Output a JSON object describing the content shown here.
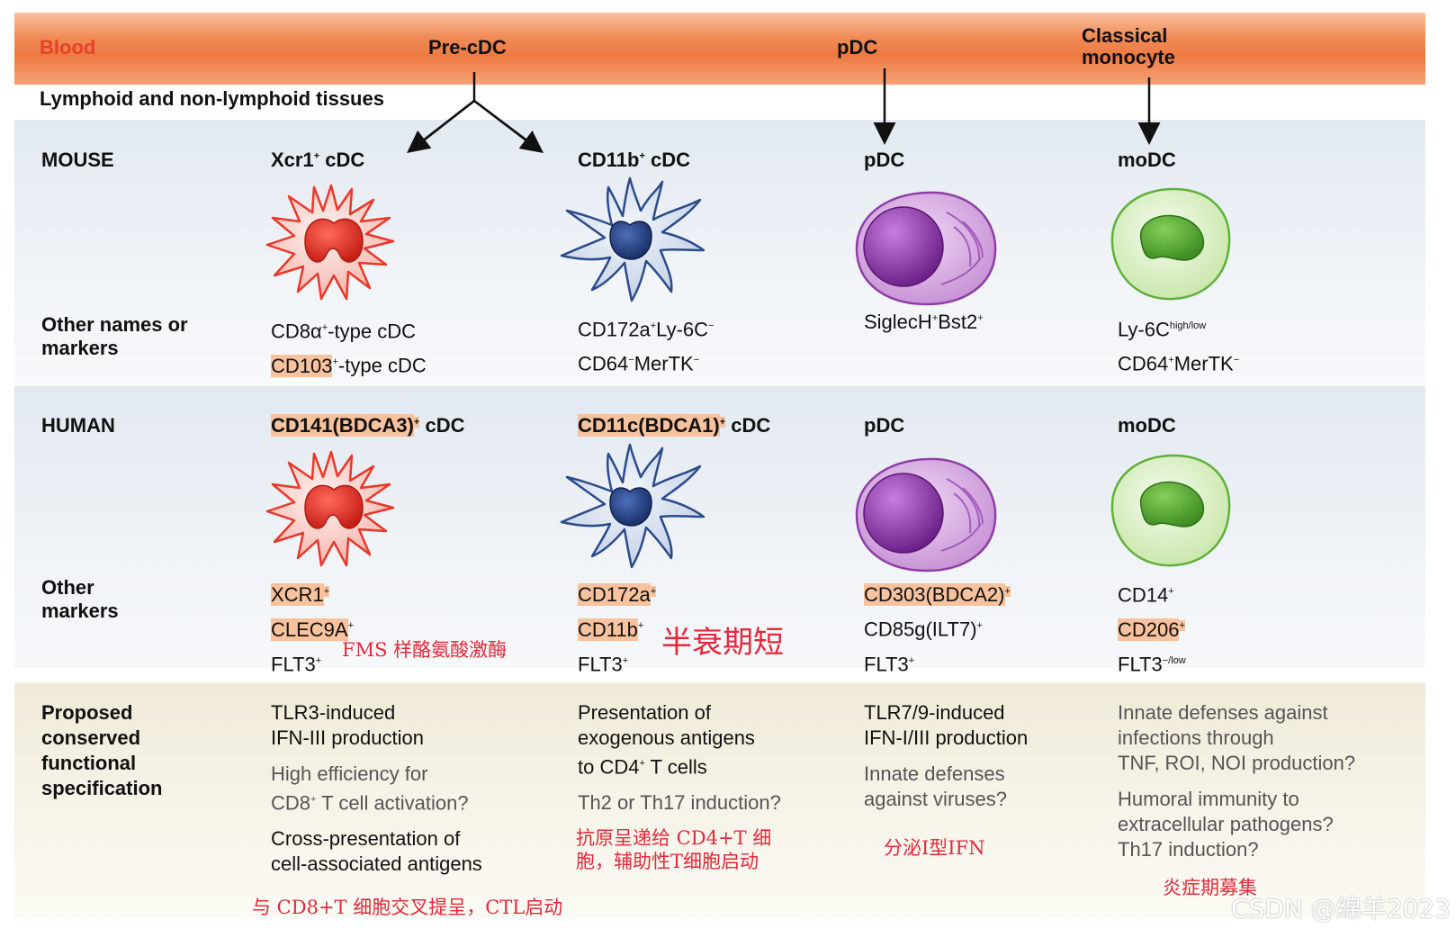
{
  "header": {
    "blood": "Blood",
    "pre_cdc": "Pre-cDC",
    "pdc": "pDC",
    "classical_monocyte_1": "Classical",
    "classical_monocyte_2": "monocyte",
    "tissues": "Lymphoid and non-lymphoid tissues"
  },
  "rows": {
    "mouse": "MOUSE",
    "other_names_1": "Other names or",
    "other_names_2": "markers",
    "human": "HUMAN",
    "other_markers_1": "Other",
    "other_markers_2": "markers",
    "func_1": "Proposed",
    "func_2": "conserved",
    "func_3": "functional",
    "func_4": "specification"
  },
  "mouse": {
    "col1_title": "Xcr1",
    "col1_title_sup": "+",
    "col1_title_tail": " cDC",
    "col2_title": "CD11b",
    "col2_title_sup": "+",
    "col2_title_tail": " cDC",
    "col3_title": "pDC",
    "col4_title": "moDC",
    "col1_m1_a": "CD8α",
    "col1_m1_sup": "+",
    "col1_m1_b": "-type cDC",
    "col1_m2_a": "CD103",
    "col1_m2_sup": "+",
    "col1_m2_b": "-type cDC",
    "col2_m1_a": "CD172a",
    "col2_m1_sup": "+",
    "col2_m1_b": "Ly-6C",
    "col2_m1_sup2": "−",
    "col2_m2_a": "CD64",
    "col2_m2_sup": "−",
    "col2_m2_b": "MerTK",
    "col2_m2_sup2": "−",
    "col3_m1_a": "SiglecH",
    "col3_m1_sup": "+",
    "col3_m1_b": "Bst2",
    "col3_m1_sup2": "+",
    "col4_m1_a": "Ly-6C",
    "col4_m1_sup": "high/low",
    "col4_m2_a": "CD64",
    "col4_m2_sup": "+",
    "col4_m2_b": "MerTK",
    "col4_m2_sup2": "−"
  },
  "human": {
    "col1_title": "CD141(BDCA3)",
    "col1_title_sup": "+",
    "col1_title_tail": " cDC",
    "col2_title": "CD11c(BDCA1)",
    "col2_title_sup": "+",
    "col2_title_tail": " cDC",
    "col3_title": "pDC",
    "col4_title": "moDC",
    "col1_m1": "XCR1",
    "col1_m1_sup": "+",
    "col1_m2": "CLEC9A",
    "col1_m2_sup": "+",
    "col1_m3": "FLT3",
    "col1_m3_sup": "+",
    "col2_m1": "CD172a",
    "col2_m1_sup": "+",
    "col2_m2": "CD11b",
    "col2_m2_sup": "+",
    "col2_m3": "FLT3",
    "col2_m3_sup": "+",
    "col3_m1": "CD303(BDCA2)",
    "col3_m1_sup": "+",
    "col3_m2": "CD85g(ILT7)",
    "col3_m2_sup": "+",
    "col3_m3": "FLT3",
    "col3_m3_sup": "+",
    "col4_m1": "CD14",
    "col4_m1_sup": "+",
    "col4_m2": "CD206",
    "col4_m2_sup": "+",
    "col4_m3": "FLT3",
    "col4_m3_sup": "−/low"
  },
  "func": {
    "col1_a1": "TLR3-induced",
    "col1_a2": "IFN-III production",
    "col1_b1": "High efficiency for",
    "col1_b2a": "CD8",
    "col1_b2sup": "+",
    "col1_b2b": " T cell activation?",
    "col1_c1": "Cross-presentation of",
    "col1_c2": "cell-associated antigens",
    "col2_a1": "Presentation of",
    "col2_a2": "exogenous antigens",
    "col2_a3a": "to CD4",
    "col2_a3sup": "+",
    "col2_a3b": " T cells",
    "col2_b1": "Th2 or Th17 induction?",
    "col3_a1": "TLR7/9-induced",
    "col3_a2": "IFN-I/III production",
    "col3_b1": "Innate defenses",
    "col3_b2": "against viruses?",
    "col4_a1": "Innate defenses against",
    "col4_a2": "infections through",
    "col4_a3": "TNF, ROI, NOI production?",
    "col4_b1": "Humoral immunity to",
    "col4_b2": "extracellular pathogens?",
    "col4_b3": "Th17 induction?"
  },
  "annotations": {
    "fms": "FMS 样酪氨酸激酶",
    "half_life": "半衰期短",
    "cd4": "抗原呈递给 CD4+T 细",
    "cd4_2": "胞，辅助性T细胞启动",
    "ifn": "分泌I型IFN",
    "inflammation": "炎症期募集",
    "cross": "与 CD8+T 细胞交叉提呈，CTL启动"
  },
  "watermark": "CSDN @绵羊2023",
  "colors": {
    "blood_band": "#ee7a43",
    "blood_text": "#e6422a",
    "highlight": "#f7c29d",
    "red_cell": "#f04a3a",
    "blue_cell": "#2a4b8c",
    "purple_cell": "#8e3ea6",
    "green_cell": "#5fb13a",
    "annotation": "#e4293a"
  },
  "icons": [
    "xcr1-cdc-cell-icon",
    "cd11b-cdc-cell-icon",
    "pdc-cell-icon",
    "modc-cell-icon"
  ]
}
